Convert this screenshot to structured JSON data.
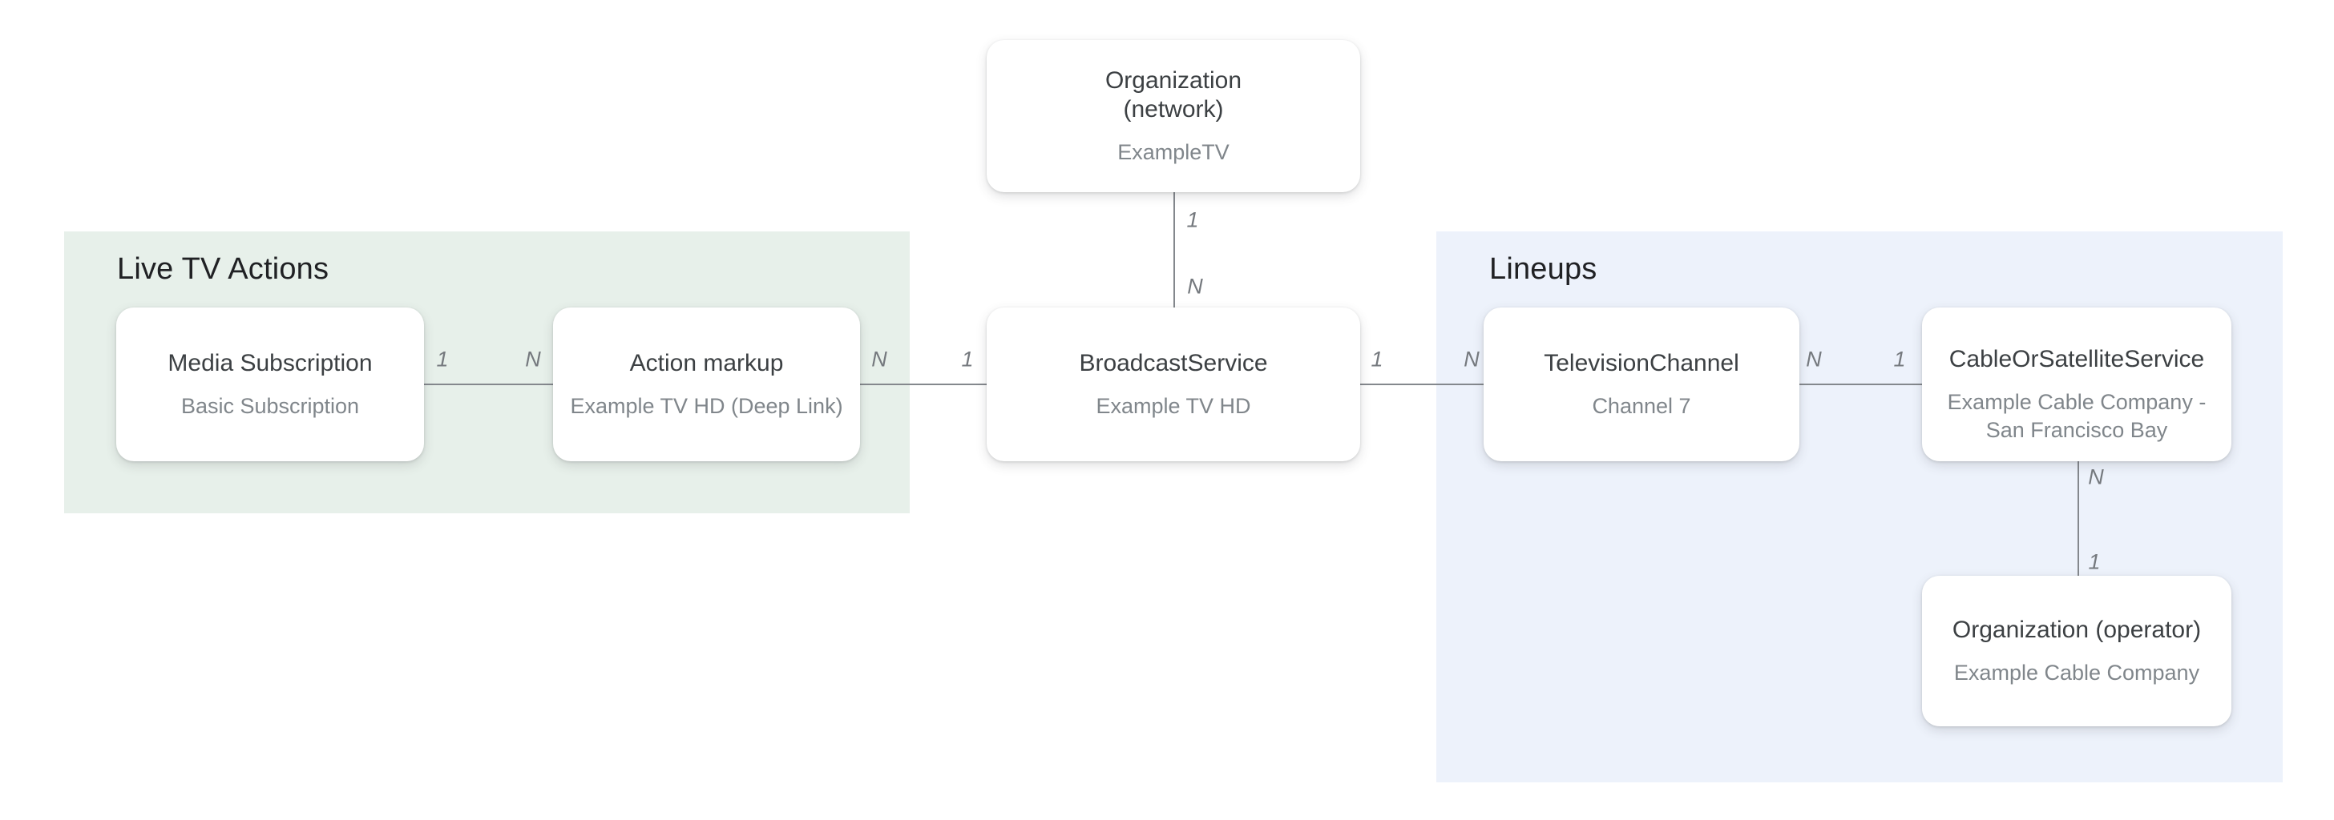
{
  "diagram": {
    "colors": {
      "page_background": "#FFFFFF",
      "live_tv_actions_background": "#E7F0EA",
      "lineups_background": "#EDF2FB",
      "node_background": "#FFFFFF",
      "node_title_color": "#3C4043",
      "node_subtitle_color": "#80868B",
      "section_title_color": "#202124",
      "connector_color": "#84888D",
      "cardinality_color": "#75797E"
    },
    "sections": {
      "live_tv_actions": {
        "title": "Live TV Actions"
      },
      "lineups": {
        "title": "Lineups"
      }
    },
    "nodes": {
      "org_network": {
        "title": "Organization\n(network)",
        "subtitle": "ExampleTV"
      },
      "media_subscription": {
        "title": "Media Subscription",
        "subtitle": "Basic Subscription"
      },
      "action_markup": {
        "title": "Action markup",
        "subtitle": "Example TV HD (Deep Link)"
      },
      "broadcast_service": {
        "title": "BroadcastService",
        "subtitle": "Example TV HD"
      },
      "television_channel": {
        "title": "TelevisionChannel",
        "subtitle": "Channel 7"
      },
      "cable_or_satellite_service": {
        "title": "CableOrSatelliteService",
        "subtitle": "Example Cable Company -\nSan Francisco Bay"
      },
      "org_operator": {
        "title": "Organization (operator)",
        "subtitle": "Example Cable Company"
      }
    },
    "edge_labels": {
      "network_to_broadcast_top": "1",
      "network_to_broadcast_bottom": "N",
      "media_to_action_left": "1",
      "media_to_action_right": "N",
      "action_to_broadcast_left": "N",
      "action_to_broadcast_right": "1",
      "broadcast_to_channel_left": "1",
      "broadcast_to_channel_right": "N",
      "channel_to_cable_left": "N",
      "channel_to_cable_right": "1",
      "cable_to_operator_top": "N",
      "cable_to_operator_bottom": "1"
    }
  }
}
